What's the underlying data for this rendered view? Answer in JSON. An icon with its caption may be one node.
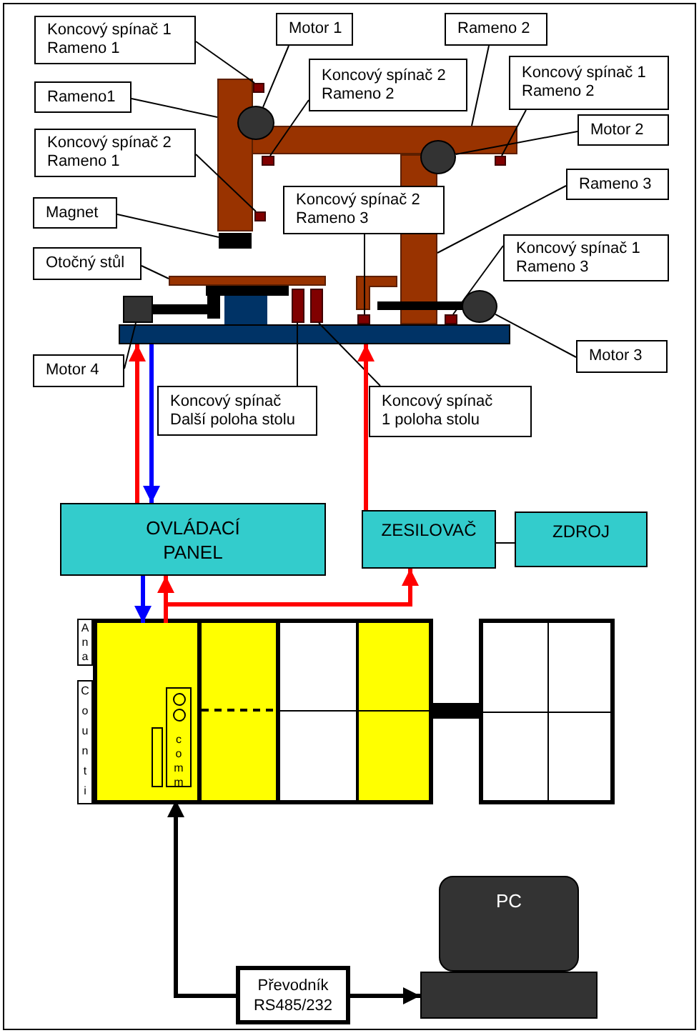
{
  "diagram": {
    "nodes": [
      {
        "text": [
          "Koncový spínač 1 Rameno 1"
        ]
      },
      {
        "text": [
          "Motor 1"
        ]
      },
      {
        "text": [
          "Rameno 2"
        ]
      },
      {
        "text": [
          "Koncový spínač 2 Rameno 2"
        ]
      },
      {
        "text": [
          "Koncový spínač 1 Rameno 2"
        ]
      },
      {
        "text": [
          "Rameno1"
        ]
      },
      {
        "text": [
          "Motor 2"
        ]
      },
      {
        "text": [
          "Koncový spínač 2 Rameno 1"
        ]
      },
      {
        "text": [
          "Rameno 3"
        ]
      },
      {
        "text": [
          "Koncový spínač 2 Rameno 3"
        ]
      },
      {
        "text": [
          "Magnet"
        ]
      },
      {
        "text": [
          "Koncový spínač 1 Rameno 3"
        ]
      },
      {
        "text": [
          "Otočný stůl"
        ]
      },
      {
        "text": [
          "Motor 3"
        ]
      },
      {
        "text": [
          "Motor 4"
        ]
      },
      {
        "text": [
          "Koncový spínač Další poloha stolu"
        ]
      },
      {
        "text": [
          "Koncový spínač 1 poloha stolu"
        ]
      },
      {
        "text": [],
        "shape": "bar"
      },
      {
        "text": [],
        "shape": "box"
      },
      {
        "text": [],
        "shape": "circle"
      },
      {
        "text": [],
        "shape": "bar"
      },
      {
        "text": [],
        "shape": "box"
      },
      {
        "text": [],
        "shape": "box"
      },
      {
        "text": [],
        "shape": "circle"
      },
      {
        "text": [],
        "shape": "box"
      },
      {
        "text": [],
        "shape": "bar"
      },
      {
        "text": [],
        "shape": "box"
      },
      {
        "text": [],
        "shape": "bar"
      },
      {
        "text": [],
        "shape": "box"
      },
      {
        "text": [],
        "shape": "box"
      },
      {
        "text": [],
        "shape": "box"
      },
      {
        "text": [],
        "shape": "circle"
      },
      {
        "text": [],
        "shape": "box"
      },
      {
        "text": [],
        "shape": "box"
      },
      {
        "text": [],
        "shape": "bar"
      },
      {
        "text": [
          "OVLÁDACÍ PANEL"
        ]
      },
      {
        "text": [
          "ZESILOVAČ"
        ]
      },
      {
        "text": [
          "ZDROJ"
        ]
      },
      {
        "text": [
          "Ana"
        ]
      },
      {
        "text": [
          "Counti"
        ]
      },
      {
        "text": [],
        "shape": "box"
      },
      {
        "text": [],
        "shape": "box",
        "in": 40
      },
      {
        "text": [
          "comm"
        ],
        "in": 41
      },
      {
        "text": [],
        "shape": "box",
        "in": 40
      },
      {
        "text": [],
        "shape": "box",
        "in": 40
      },
      {
        "text": [],
        "shape": "box",
        "in": 40
      },
      {
        "text": [],
        "shape": "box",
        "in": 40
      },
      {
        "text": [],
        "shape": "box"
      },
      {
        "text": [
          "Převodník RS485/232"
        ]
      },
      {
        "text": [
          "PC"
        ]
      },
      {
        "text": [],
        "shape": "box"
      }
    ],
    "edges": [
      {
        "from": 0,
        "to": 18,
        "arrow": "none"
      },
      {
        "from": 1,
        "to": 19,
        "arrow": "none"
      },
      {
        "from": 2,
        "to": 20,
        "arrow": "none"
      },
      {
        "from": 3,
        "to": 21,
        "arrow": "none"
      },
      {
        "from": 4,
        "to": 22,
        "arrow": "none"
      },
      {
        "from": 5,
        "to": 17,
        "arrow": "none"
      },
      {
        "from": 6,
        "to": 23,
        "arrow": "none"
      },
      {
        "from": 7,
        "to": 24,
        "arrow": "none"
      },
      {
        "from": 8,
        "to": 25,
        "arrow": "none"
      },
      {
        "from": 9,
        "to": 32,
        "arrow": "none"
      },
      {
        "from": 10,
        "to": 26,
        "arrow": "none"
      },
      {
        "from": 11,
        "to": 33,
        "arrow": "none"
      },
      {
        "from": 12,
        "to": 27,
        "arrow": "none"
      },
      {
        "from": 13,
        "to": 31,
        "arrow": "none"
      },
      {
        "from": 14,
        "to": 28,
        "arrow": "none"
      },
      {
        "from": 15,
        "to": 29,
        "arrow": "none"
      },
      {
        "from": 16,
        "to": 30,
        "arrow": "none"
      },
      {
        "from": 35,
        "to": 34,
        "arrow": "to",
        "style": "thick",
        "color": "#ff0000"
      },
      {
        "from": 34,
        "to": 35,
        "arrow": "to",
        "style": "thick",
        "color": "#0000ff"
      },
      {
        "from": 36,
        "to": 34,
        "arrow": "to",
        "style": "thick",
        "color": "#ff0000"
      },
      {
        "from": 35,
        "to": 41,
        "arrow": "to",
        "style": "thick",
        "color": "#0000ff"
      },
      {
        "from": 41,
        "to": 35,
        "arrow": "to",
        "style": "thick",
        "color": "#ff0000"
      },
      {
        "from": 41,
        "to": 36,
        "arrow": "to",
        "style": "thick",
        "color": "#ff0000"
      },
      {
        "from": 36,
        "to": 37,
        "arrow": "none"
      },
      {
        "from": 40,
        "to": 47,
        "arrow": "none",
        "style": "thick"
      },
      {
        "from": 48,
        "to": 41,
        "arrow": "to",
        "style": "thick"
      },
      {
        "from": 48,
        "to": 50,
        "arrow": "to",
        "style": "thick"
      }
    ]
  }
}
